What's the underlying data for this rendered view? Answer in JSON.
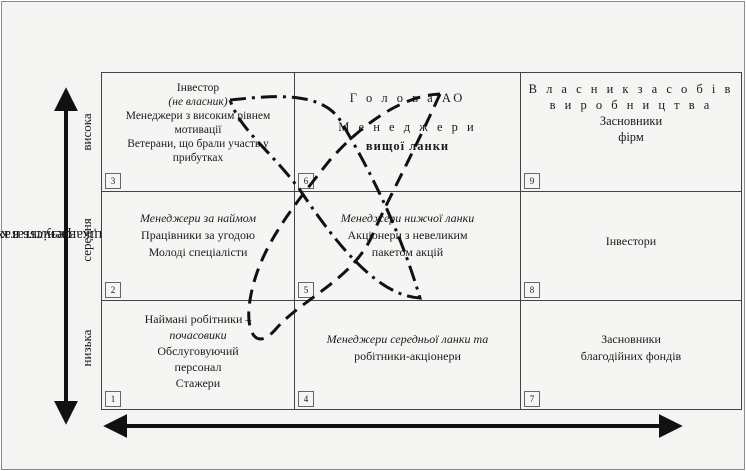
{
  "axis": {
    "y_label_line1": "Зацікавленість в кінцевих",
    "y_label_line2": "результатах",
    "levels": [
      "висока",
      "середня",
      "низька"
    ]
  },
  "cells": {
    "c3": {
      "num": "3",
      "line1": "Інвестор",
      "line2": "(не власник)",
      "line3": "Менеджери з високим рівнем",
      "line4": "мотивації",
      "line5": "Ветерани, що брали участь у",
      "line6": "прибутках"
    },
    "c6": {
      "num": "6",
      "line1": "Г о л о в а  АО",
      "line2": "М е н е д ж е р и",
      "line3": "вищої ланки"
    },
    "c9": {
      "num": "9",
      "line1": "В л а с н и к  з а с о б і в",
      "line2": "в и р о б н и ц т в а",
      "line3": "Засновники",
      "line4": "фірм"
    },
    "c2": {
      "num": "2",
      "line1": "Менеджери за наймом",
      "line2": "Працівники за угодою",
      "line3": "Молоді спеціалісти"
    },
    "c5": {
      "num": "5",
      "line1": "Менеджери нижчої ланки",
      "line2": "Акціонери з невеликим",
      "line3": "пакетом акцій"
    },
    "c8": {
      "num": "8",
      "line1": "Інвестори"
    },
    "c1": {
      "num": "1",
      "line1": "Наймані робітники –",
      "line2": "почасовики",
      "line3": "Обслуговуючий",
      "line4": "персонал",
      "line5": "Стажери"
    },
    "c4": {
      "num": "4",
      "line1": "Менеджери середньої ланки та",
      "line2": "робітники-акціонери"
    },
    "c7": {
      "num": "7",
      "line1": "Засновники",
      "line2": "благодійних фондів"
    }
  }
}
